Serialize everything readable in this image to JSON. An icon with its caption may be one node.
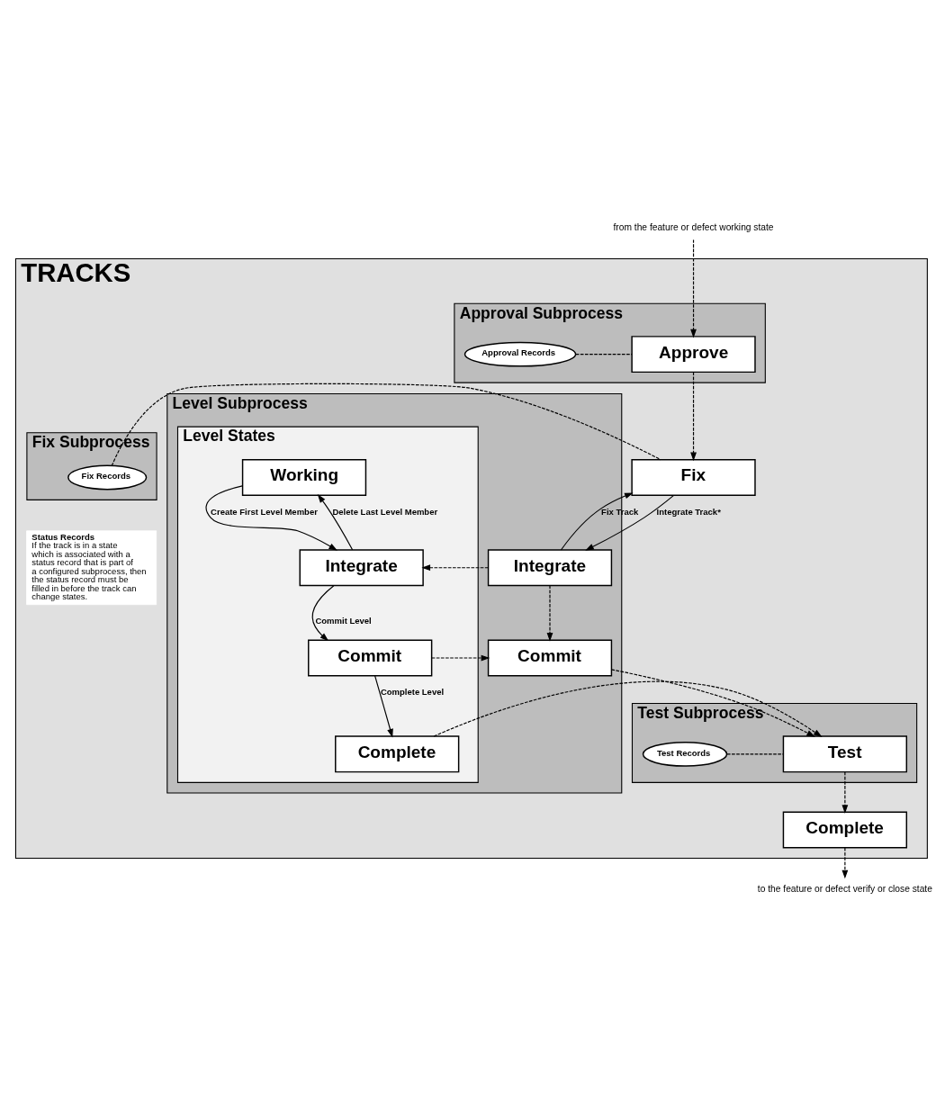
{
  "diagram": {
    "nodes": [
      {
        "text": [
          "from the feature or defect working state"
        ]
      },
      {
        "text": [
          "TRACKS"
        ]
      },
      {
        "text": [
          "Approval Subprocess"
        ],
        "in": 1
      },
      {
        "text": [
          "Approval Records"
        ],
        "in": 2
      },
      {
        "text": [
          "Approve"
        ],
        "in": 2
      },
      {
        "text": [
          "Level Subprocess"
        ],
        "in": 1
      },
      {
        "text": [
          "Fix Subprocess"
        ],
        "in": 1
      },
      {
        "text": [
          "Fix Records"
        ],
        "in": 6
      },
      {
        "text": [
          "Fix"
        ],
        "in": 1
      },
      {
        "text": [
          "Level States"
        ],
        "in": 5
      },
      {
        "text": [
          "Working"
        ],
        "in": 9
      },
      {
        "text": [
          "Integrate"
        ],
        "in": 5
      },
      {
        "text": [
          "Integrate"
        ],
        "in": 9
      },
      {
        "text": [
          "Status Records",
          "If the track is in a state which is associated with a status record that is part of a configured subprocess, then the status record must be filled in before the track can change states."
        ],
        "in": 1
      },
      {
        "text": [
          "Commit"
        ],
        "in": 5
      },
      {
        "text": [
          "Commit"
        ],
        "in": 9
      },
      {
        "text": [
          "Test Subprocess"
        ],
        "in": 1
      },
      {
        "text": [
          "Test Records"
        ],
        "in": 16
      },
      {
        "text": [
          "Test"
        ],
        "in": 16
      },
      {
        "text": [
          "Complete"
        ],
        "in": 9
      },
      {
        "text": [
          "Complete"
        ],
        "in": 1
      },
      {
        "text": [
          "to the feature or defect verify or close state"
        ]
      }
    ],
    "edges": [
      {
        "from": 0,
        "to": 4,
        "arrow": "to",
        "style": "dashed"
      },
      {
        "from": 3,
        "to": 4,
        "arrow": "none",
        "style": "dashed"
      },
      {
        "from": 4,
        "to": 8,
        "arrow": "to",
        "style": "dashed"
      },
      {
        "from": 7,
        "to": 8,
        "arrow": "none",
        "style": "dashed"
      },
      {
        "from": 11,
        "to": 8,
        "arrow": "to",
        "label": "Fix Track"
      },
      {
        "from": 8,
        "to": 11,
        "arrow": "to",
        "label": "Integrate Track*"
      },
      {
        "from": 11,
        "to": 12,
        "arrow": "to",
        "style": "dashed"
      },
      {
        "from": 11,
        "to": 14,
        "arrow": "to",
        "style": "dashed"
      },
      {
        "from": 12,
        "to": 10,
        "arrow": "to",
        "label": "Delete Last Level Member"
      },
      {
        "from": 10,
        "to": 12,
        "arrow": "to",
        "label": "Create First Level Member"
      },
      {
        "from": 12,
        "to": 15,
        "arrow": "to",
        "label": "Commit Level"
      },
      {
        "from": 15,
        "to": 14,
        "arrow": "to",
        "style": "dashed"
      },
      {
        "from": 15,
        "to": 19,
        "arrow": "to",
        "label": "Complete Level"
      },
      {
        "from": 19,
        "to": 18,
        "arrow": "to",
        "style": "dashed"
      },
      {
        "from": 14,
        "to": 18,
        "arrow": "to",
        "style": "dashed"
      },
      {
        "from": 17,
        "to": 18,
        "arrow": "none",
        "style": "dashed"
      },
      {
        "from": 18,
        "to": 20,
        "arrow": "to",
        "style": "dashed"
      },
      {
        "from": 20,
        "to": 21,
        "arrow": "to",
        "style": "dashed"
      }
    ]
  }
}
